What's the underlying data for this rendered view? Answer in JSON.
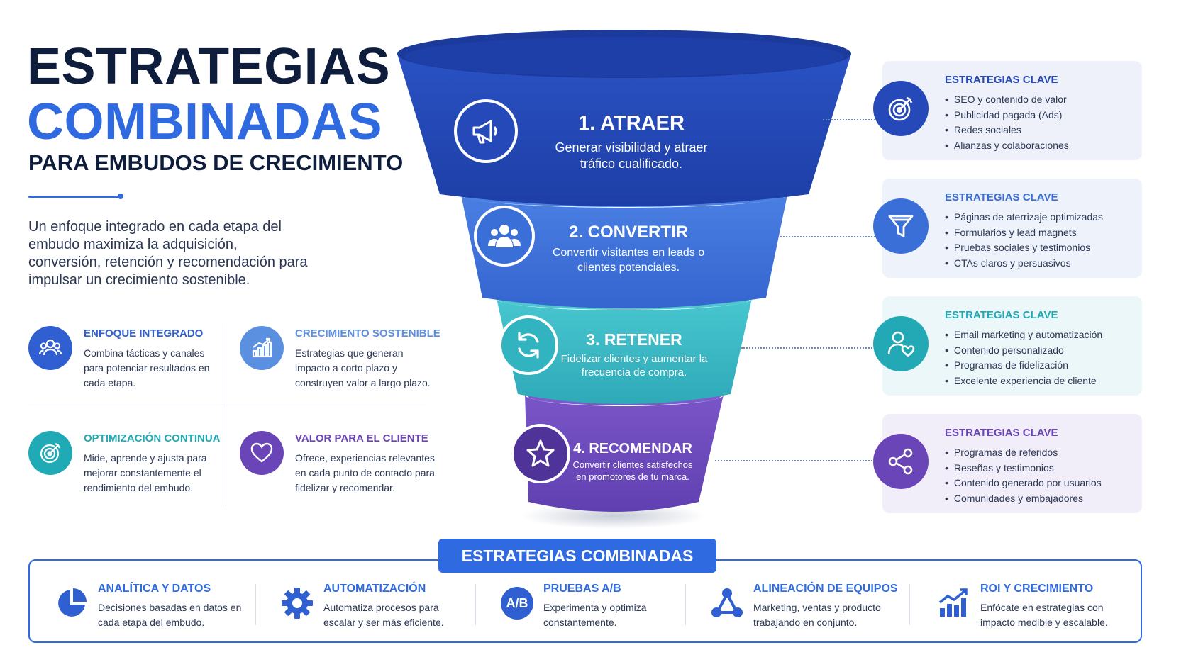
{
  "title": {
    "line1": "ESTRATEGIAS",
    "line2": "COMBINADAS",
    "line3": "PARA EMBUDOS DE CRECIMIENTO"
  },
  "intro": "Un enfoque integrado en cada etapa del embudo maximiza la adquisición, conversión, retención y recomendación para impulsar un crecimiento sostenible.",
  "features": [
    {
      "title": "ENFOQUE INTEGRADO",
      "desc": "Combina tácticas y canales para potenciar resultados en cada etapa.",
      "icon": "users-icon",
      "color": "#2f5fd0"
    },
    {
      "title": "CRECIMIENTO SOSTENIBLE",
      "desc": "Estrategias que generan impacto a corto plazo y construyen valor a largo plazo.",
      "icon": "growth-chart-icon",
      "color": "#5b8fe0"
    },
    {
      "title": "OPTIMIZACIÓN CONTINUA",
      "desc": "Mide, aprende y ajusta para mejorar constantemente el rendimiento del embudo.",
      "icon": "target-icon",
      "color": "#20aab5"
    },
    {
      "title": "VALOR PARA EL CLIENTE",
      "desc": "Ofrece, experiencias relevantes en cada punto de contacto para fidelizar y recomendar.",
      "icon": "heart-icon",
      "color": "#6a45b8"
    }
  ],
  "stages": [
    {
      "title": "1. ATRAER",
      "desc": "Generar visibilidad y atraer tráfico cualificado.",
      "icon": "megaphone-icon",
      "color": "#2549b8"
    },
    {
      "title": "2. CONVERTIR",
      "desc": "Convertir visitantes en leads o clientes potenciales.",
      "icon": "users-icon",
      "color": "#3b6fd8"
    },
    {
      "title": "3. RETENER",
      "desc": "Fidelizar clientes y aumentar la frecuencia de compra.",
      "icon": "refresh-icon",
      "color": "#35b8c4"
    },
    {
      "title": "4. RECOMENDAR",
      "desc": "Convertir clientes satisfechos en promotores de tu marca.",
      "icon": "star-icon",
      "color": "#6a45b8"
    }
  ],
  "strategies": [
    {
      "heading": "ESTRATEGIAS CLAVE",
      "items": [
        "SEO y contenido de valor",
        "Publicidad pagada (Ads)",
        "Redes sociales",
        "Alianzas y colaboraciones"
      ],
      "icon": "target-icon",
      "color": "#2549b8",
      "bg": "#eef1fa"
    },
    {
      "heading": "ESTRATEGIAS CLAVE",
      "items": [
        "Páginas de aterrizaje optimizadas",
        "Formularios y lead magnets",
        "Pruebas sociales y testimonios",
        "CTAs claros y persuasivos"
      ],
      "icon": "filter-icon",
      "color": "#3b6fd8",
      "bg": "#eef2fb"
    },
    {
      "heading": "ESTRATEGIAS CLAVE",
      "items": [
        "Email marketing y automatización",
        "Contenido personalizado",
        "Programas de fidelización",
        "Excelente experiencia de cliente"
      ],
      "icon": "user-heart-icon",
      "color": "#22a9b5",
      "bg": "#ebf7f8"
    },
    {
      "heading": "ESTRATEGIAS CLAVE",
      "items": [
        "Programas de referidos",
        "Reseñas y testimonios",
        "Contenido generado por usuarios",
        "Comunidades y embajadores"
      ],
      "icon": "share-icon",
      "color": "#6a45b8",
      "bg": "#f1eef9"
    }
  ],
  "bottom": {
    "label": "ESTRATEGIAS COMBINADAS",
    "items": [
      {
        "title": "ANALÍTICA Y DATOS",
        "desc": "Decisiones basadas en datos en cada etapa del embudo.",
        "icon": "pie-chart-icon"
      },
      {
        "title": "AUTOMATIZACIÓN",
        "desc": "Automatiza procesos para escalar y ser más eficiente.",
        "icon": "gear-icon"
      },
      {
        "title": "PRUEBAS A/B",
        "desc": "Experimenta y optimiza constantemente.",
        "icon": "ab-test-icon",
        "icon_text": "A/B"
      },
      {
        "title": "ALINEACIÓN DE EQUIPOS",
        "desc": "Marketing, ventas y producto trabajando en conjunto.",
        "icon": "team-network-icon"
      },
      {
        "title": "ROI Y CRECIMIENTO",
        "desc": "Enfócate en estrategias con impacto medible y escalable.",
        "icon": "roi-chart-icon"
      }
    ]
  }
}
